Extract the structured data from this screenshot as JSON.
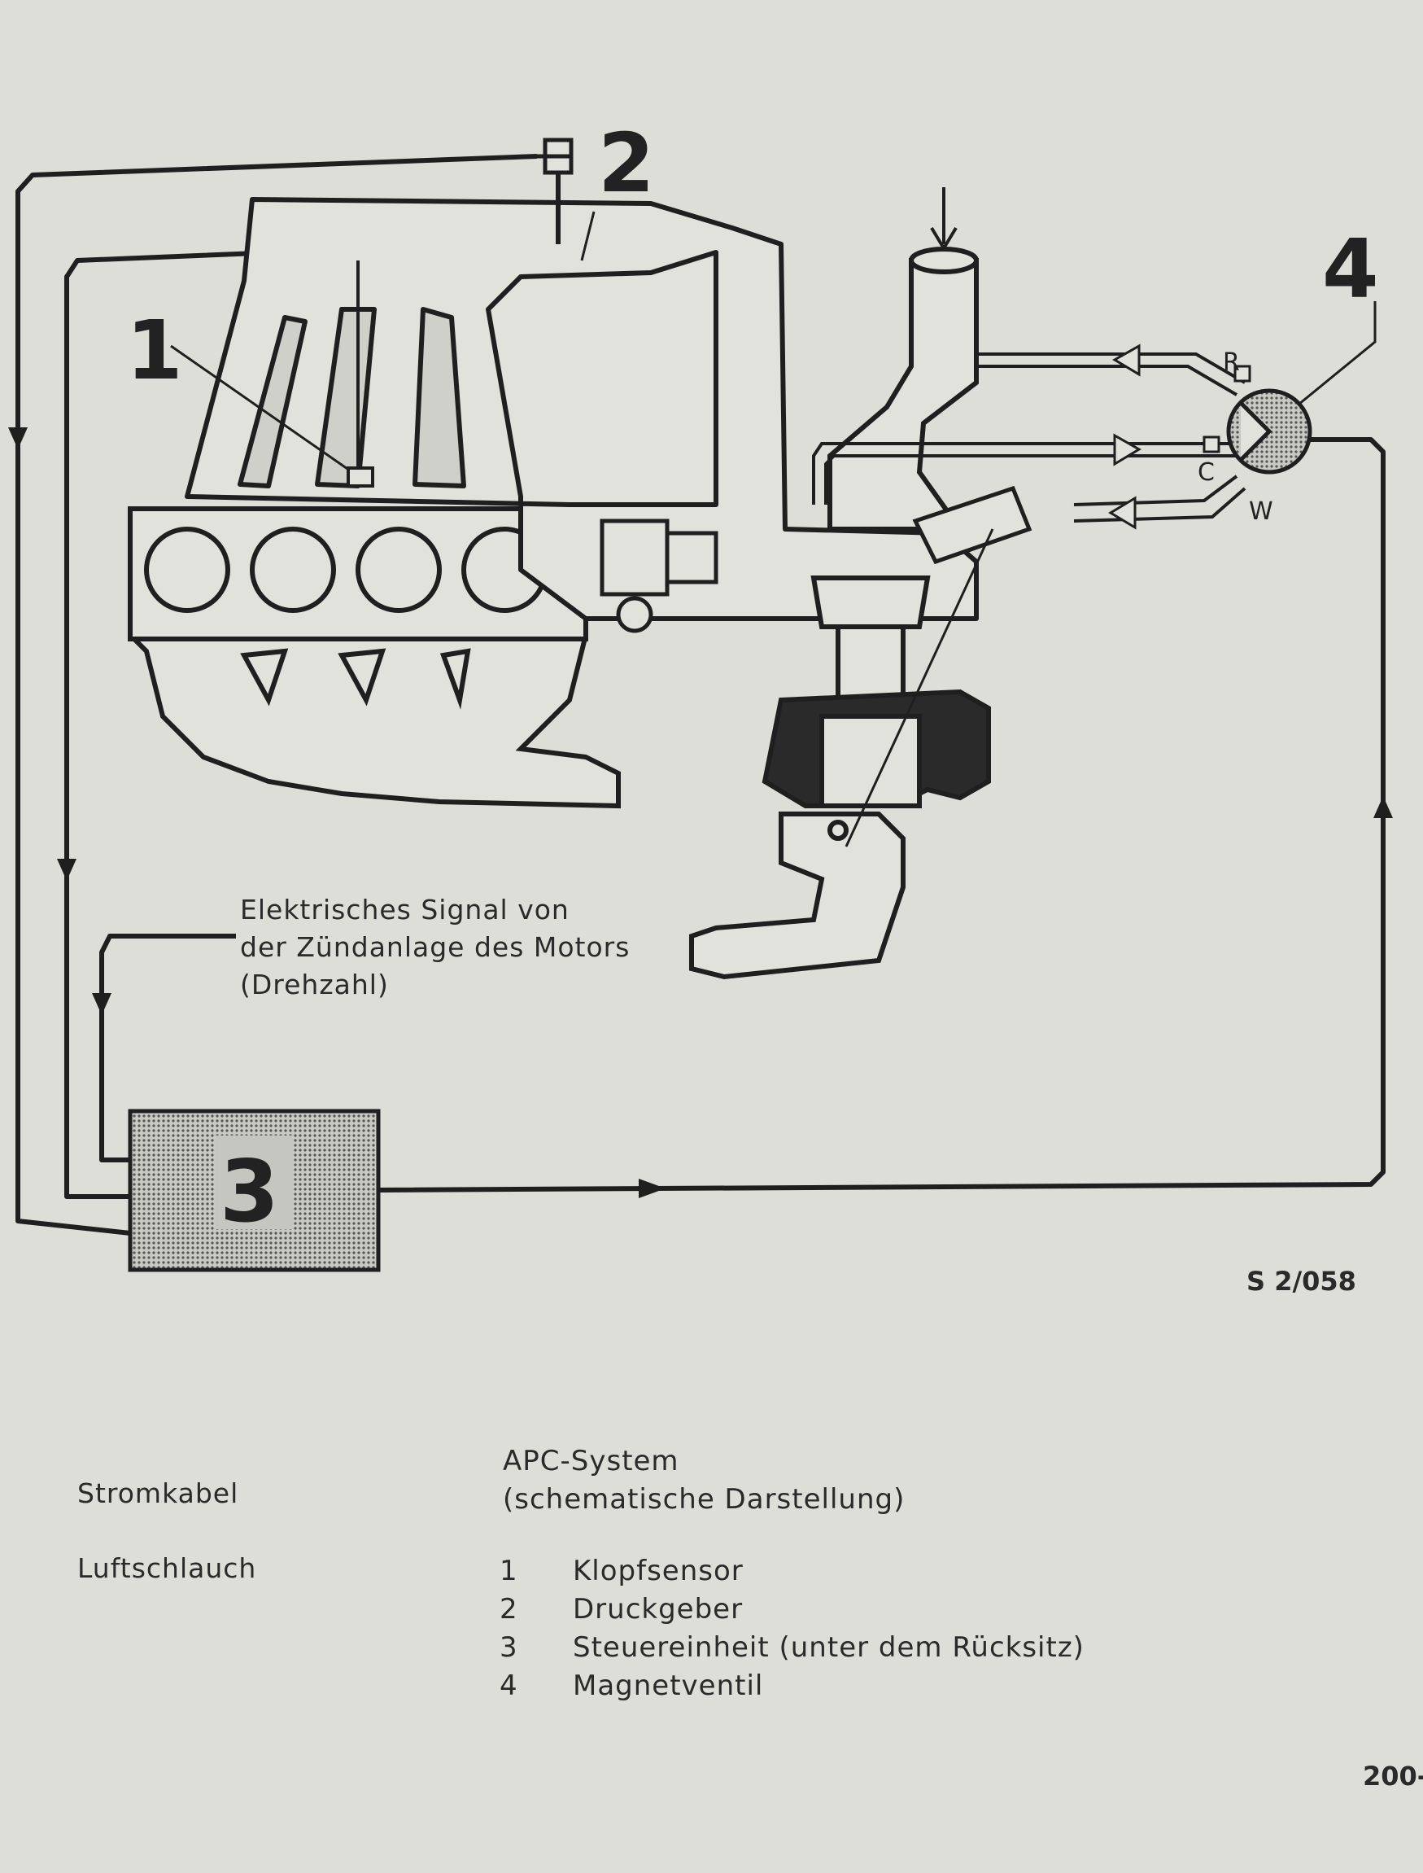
{
  "diagram": {
    "callouts": [
      "1",
      "2",
      "3",
      "4"
    ],
    "valve_ports": [
      "R",
      "C",
      "W"
    ],
    "signal_note": [
      "Elektrisches Signal von",
      "der Zündanlage des Motors",
      "(Drehzahl)"
    ],
    "figure_code": "S 2/058"
  },
  "legend": {
    "line_types": [
      "Stromkabel",
      "Luftschlauch"
    ],
    "caption": [
      "APC-System",
      "(schematische Darstellung)"
    ],
    "items": [
      {
        "num": "1",
        "label": "Klopfsensor"
      },
      {
        "num": "2",
        "label": "Druckgeber"
      },
      {
        "num": "3",
        "label": "Steuereinheit (unter dem Rücksitz)"
      },
      {
        "num": "4",
        "label": "Magnetventil"
      }
    ]
  },
  "page_number": "200-"
}
